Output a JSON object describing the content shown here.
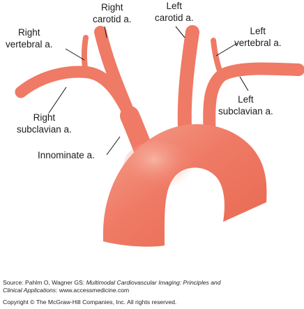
{
  "labels": {
    "right_carotid": [
      "Right",
      "carotid a."
    ],
    "left_carotid": [
      "Left",
      "carotid a."
    ],
    "right_vertebral": [
      "Right",
      "vertebral a."
    ],
    "left_vertebral": [
      "Left",
      "vertebral a."
    ],
    "left_subclavian": [
      "Left",
      "subclavian a."
    ],
    "right_subclavian": [
      "Right",
      "subclavian a."
    ],
    "innominate": "Innominate a."
  },
  "caption": {
    "source_prefix": "Source: Pahlm O, Wagner GS: ",
    "source_title_1": "Multimodal Cardiovascular Imaging: Principles and",
    "source_title_2": "Clinical Applications",
    "source_suffix": ": www.accessmedicine.com",
    "copyright": "Copyright © The McGraw-Hill Companies, Inc. All rights reserved."
  },
  "colors": {
    "vessel": "#ef7a65",
    "vessel_light": "#f6a896",
    "vessel_dark": "#e2604c",
    "leader_line": "#111111"
  }
}
